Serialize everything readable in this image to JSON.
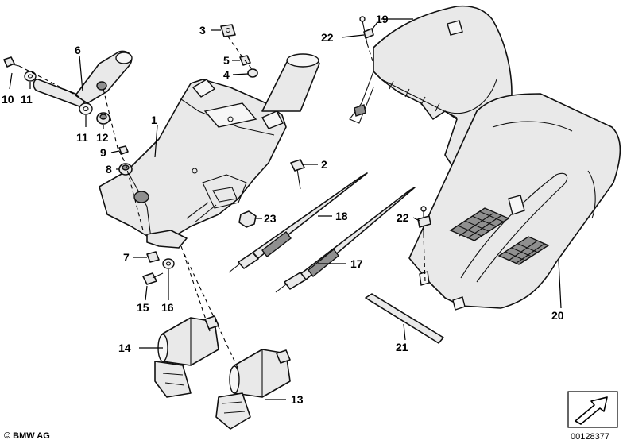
{
  "callouts": {
    "c1": "1",
    "c2": "2",
    "c3": "3",
    "c4": "4",
    "c5": "5",
    "c6": "6",
    "c7": "7",
    "c8": "8",
    "c9": "9",
    "c10": "10",
    "c11a": "11",
    "c11b": "11",
    "c12": "12",
    "c13": "13",
    "c14": "14",
    "c15": "15",
    "c16": "16",
    "c17": "17",
    "c18": "18",
    "c19": "19",
    "c20": "20",
    "c21": "21",
    "c22a": "22",
    "c22b": "22",
    "c23": "23"
  },
  "footer": {
    "copyright": "© BMW AG",
    "diagram_number": "00128377"
  },
  "icons": {
    "corner": "direction-arrow-icon"
  }
}
